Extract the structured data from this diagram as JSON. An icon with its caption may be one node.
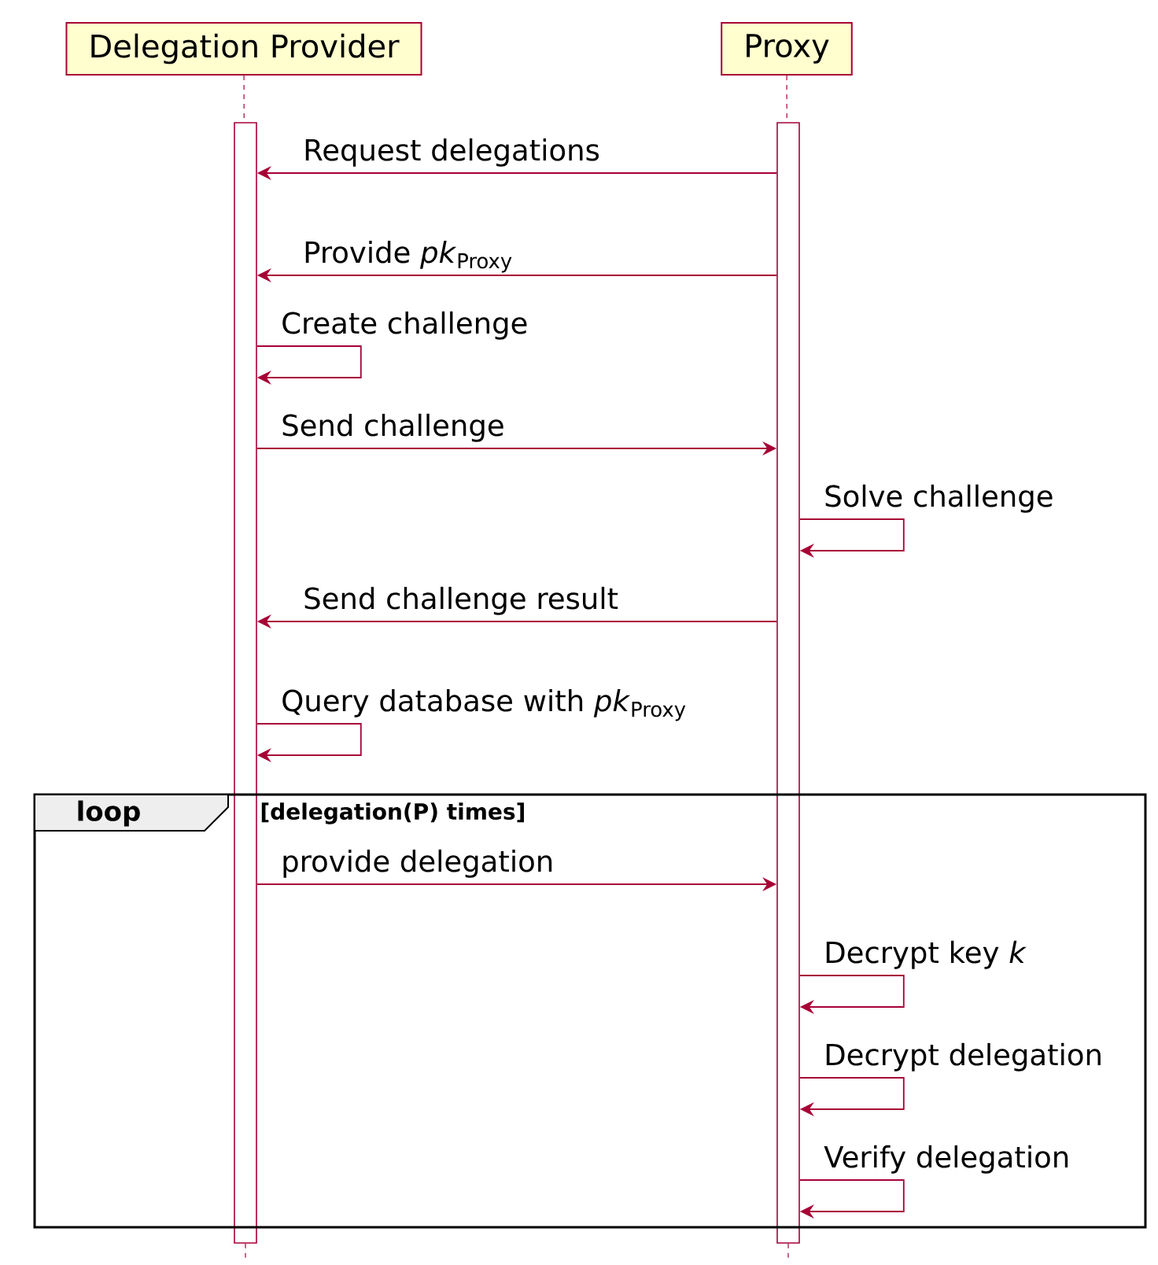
{
  "diagram": {
    "nodes": [
      {
        "text": [
          "Delegation Provider"
        ]
      },
      {
        "text": [
          "Proxy"
        ]
      },
      {
        "text": [],
        "shape": "bar"
      },
      {
        "text": [],
        "shape": "bar"
      }
    ],
    "labels": [
      "loop",
      "[delegation(P) times]"
    ],
    "edges": [
      {
        "from": 0,
        "to": 2,
        "arrow": "none",
        "style": "dashed"
      },
      {
        "from": 1,
        "to": 3,
        "arrow": "none",
        "style": "dashed"
      },
      {
        "from": 3,
        "to": 2,
        "arrow": "to",
        "label": "Request delegations"
      },
      {
        "from": 3,
        "to": 2,
        "arrow": "to",
        "label": "Provide *pk*$_{Proxy}$"
      },
      {
        "from": 2,
        "to": 2,
        "arrow": "to",
        "label": "Create challenge"
      },
      {
        "from": 2,
        "to": 3,
        "arrow": "to",
        "label": "Send challenge"
      },
      {
        "from": 3,
        "to": 3,
        "arrow": "to",
        "label": "Solve challenge"
      },
      {
        "from": 3,
        "to": 2,
        "arrow": "to",
        "label": "Send challenge result"
      },
      {
        "from": 2,
        "to": 2,
        "arrow": "to",
        "label": "Query database with *pk*$_{Proxy}$"
      },
      {
        "from": 2,
        "to": 3,
        "arrow": "to",
        "label": "provide delegation"
      },
      {
        "from": 3,
        "to": 3,
        "arrow": "to",
        "label": "Decrypt key *k*"
      },
      {
        "from": 3,
        "to": 3,
        "arrow": "to",
        "label": "Decrypt delegation"
      },
      {
        "from": 3,
        "to": 3,
        "arrow": "to",
        "label": "Verify delegation"
      }
    ]
  }
}
